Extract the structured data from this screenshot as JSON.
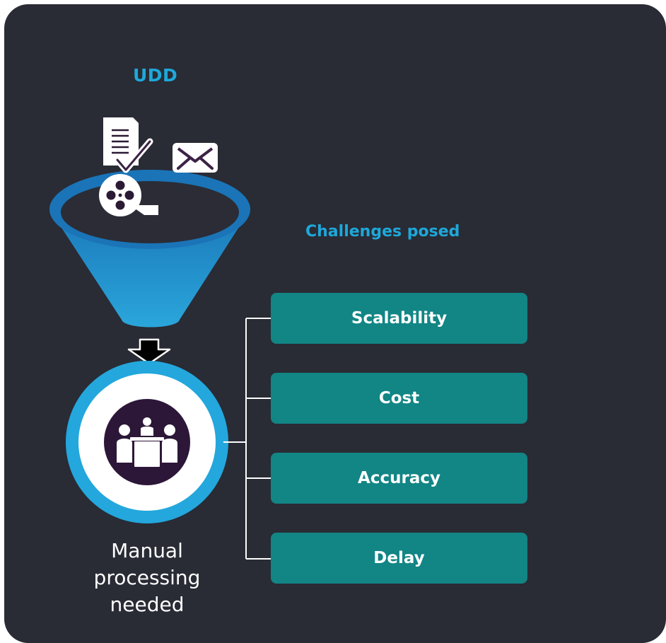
{
  "diagram": {
    "title": "UDD",
    "challenges_heading": "Challenges posed",
    "challenges": [
      "Scalability",
      "Cost",
      "Accuracy",
      "Delay"
    ],
    "process_caption_lines": [
      "Manual",
      "processing",
      "needed"
    ]
  },
  "colors": {
    "background": "#292b35",
    "accent_blue": "#1ea8d9",
    "teal_box": "#128585",
    "funnel_top": "#1876b8",
    "funnel_bottom": "#2aa3d8",
    "icon_purple": "#2c1738"
  },
  "icons": [
    "document-check-icon",
    "envelope-icon",
    "film-reel-icon",
    "down-arrow-icon",
    "meeting-people-icon"
  ]
}
